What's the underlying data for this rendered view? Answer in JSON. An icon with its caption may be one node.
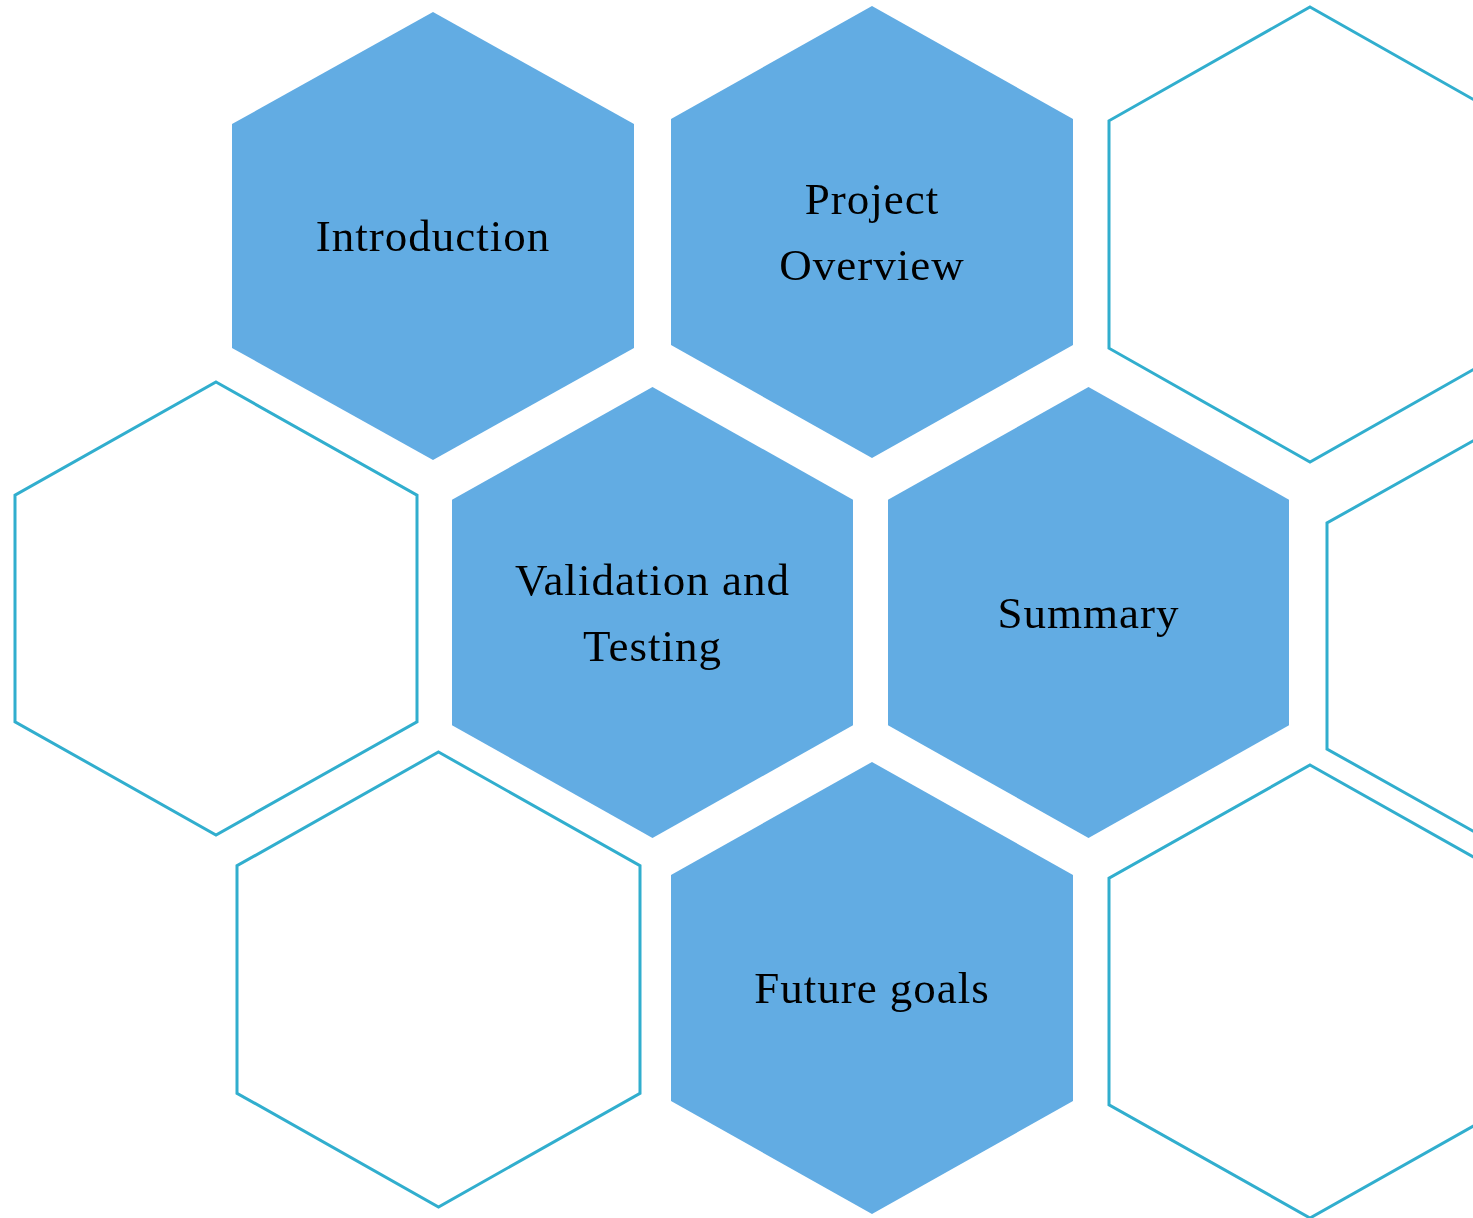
{
  "diagram": {
    "nodes": [
      {
        "text": [
          "Introduction"
        ]
      },
      {
        "text": [
          "Project Overview"
        ]
      },
      {
        "text": [],
        "shape": "hexagon"
      },
      {
        "text": [],
        "shape": "hexagon"
      },
      {
        "text": [
          "Validation and Testing"
        ]
      },
      {
        "text": [
          "Summary"
        ]
      },
      {
        "text": [],
        "shape": "hexagon"
      },
      {
        "text": [],
        "shape": "hexagon"
      },
      {
        "text": [
          "Future goals"
        ]
      },
      {
        "text": [],
        "shape": "hexagon"
      }
    ]
  }
}
